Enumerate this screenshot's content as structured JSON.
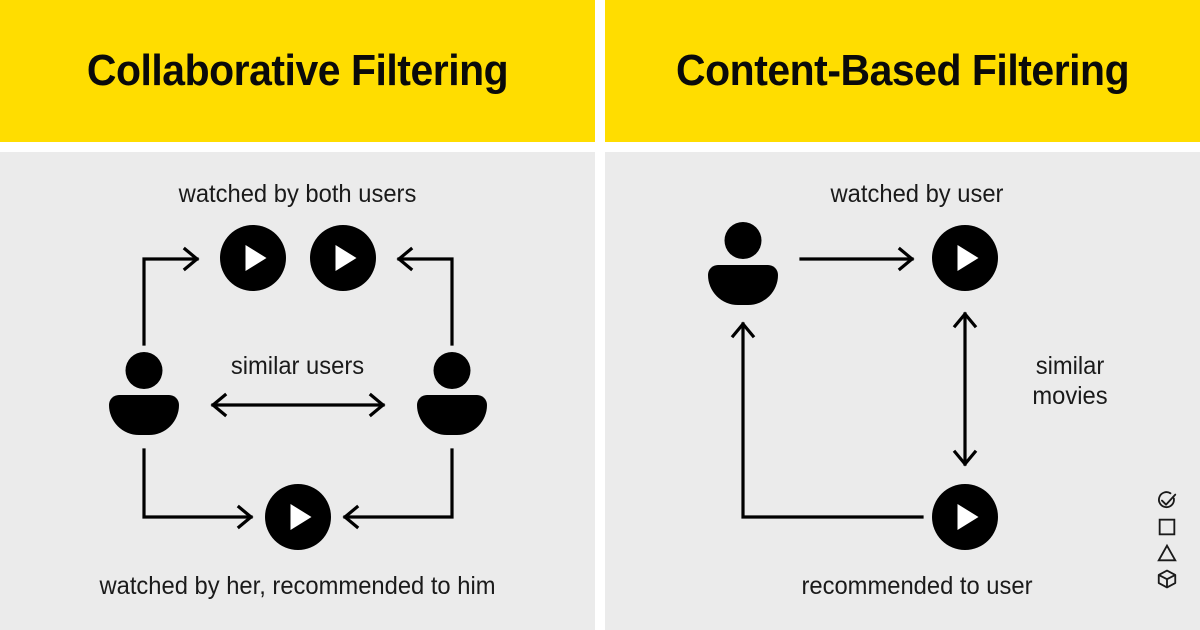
{
  "meta": {
    "background": "#ffffff",
    "header_color": "#ffdd00",
    "panel_body_color": "#ebebeb",
    "ink_color": "#000000"
  },
  "panels": [
    {
      "id": "collaborative-filtering",
      "title": "Collaborative Filtering",
      "labels": {
        "top": "watched by both users",
        "middle": "similar users",
        "bottom": "watched by her, recommended to him"
      },
      "nodes": [
        {
          "type": "play-circle",
          "name": "movie-top-left"
        },
        {
          "type": "play-circle",
          "name": "movie-top-right"
        },
        {
          "type": "person",
          "name": "user-left"
        },
        {
          "type": "person",
          "name": "user-right"
        },
        {
          "type": "play-circle",
          "name": "movie-bottom-center"
        }
      ]
    },
    {
      "id": "content-based-filtering",
      "title": "Content-Based Filtering",
      "labels": {
        "top": "watched by user",
        "middle_line1": "similar",
        "middle_line2": "movies",
        "bottom": "recommended to user"
      },
      "nodes": [
        {
          "type": "person",
          "name": "user"
        },
        {
          "type": "play-circle",
          "name": "movie-watched"
        },
        {
          "type": "play-circle",
          "name": "movie-recommended"
        }
      ]
    }
  ],
  "logo": {
    "icons": [
      "check-circle-icon",
      "square-icon",
      "triangle-icon",
      "cube-icon"
    ]
  }
}
